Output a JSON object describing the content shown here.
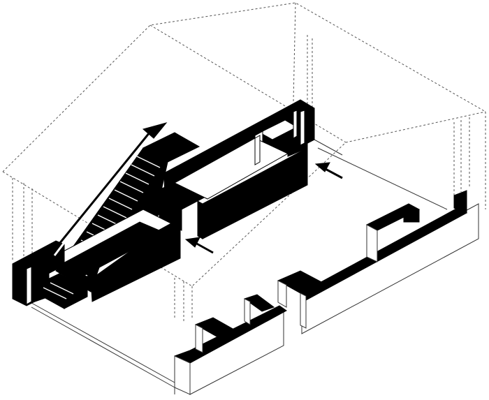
{
  "diagram": {
    "kind": "axonometric-drawing",
    "colors": {
      "solid": "#000000",
      "background": "#ffffff",
      "hidden_line": "#555555"
    },
    "elements": [
      "dashed-roof-outline",
      "floor-outline",
      "front-low-walls",
      "stair-assembly",
      "long-wall-block",
      "inner-partition",
      "left-end-block",
      "bottom-landing",
      "ascent-arrow",
      "entry-arrow-right",
      "entry-arrow-left"
    ]
  }
}
